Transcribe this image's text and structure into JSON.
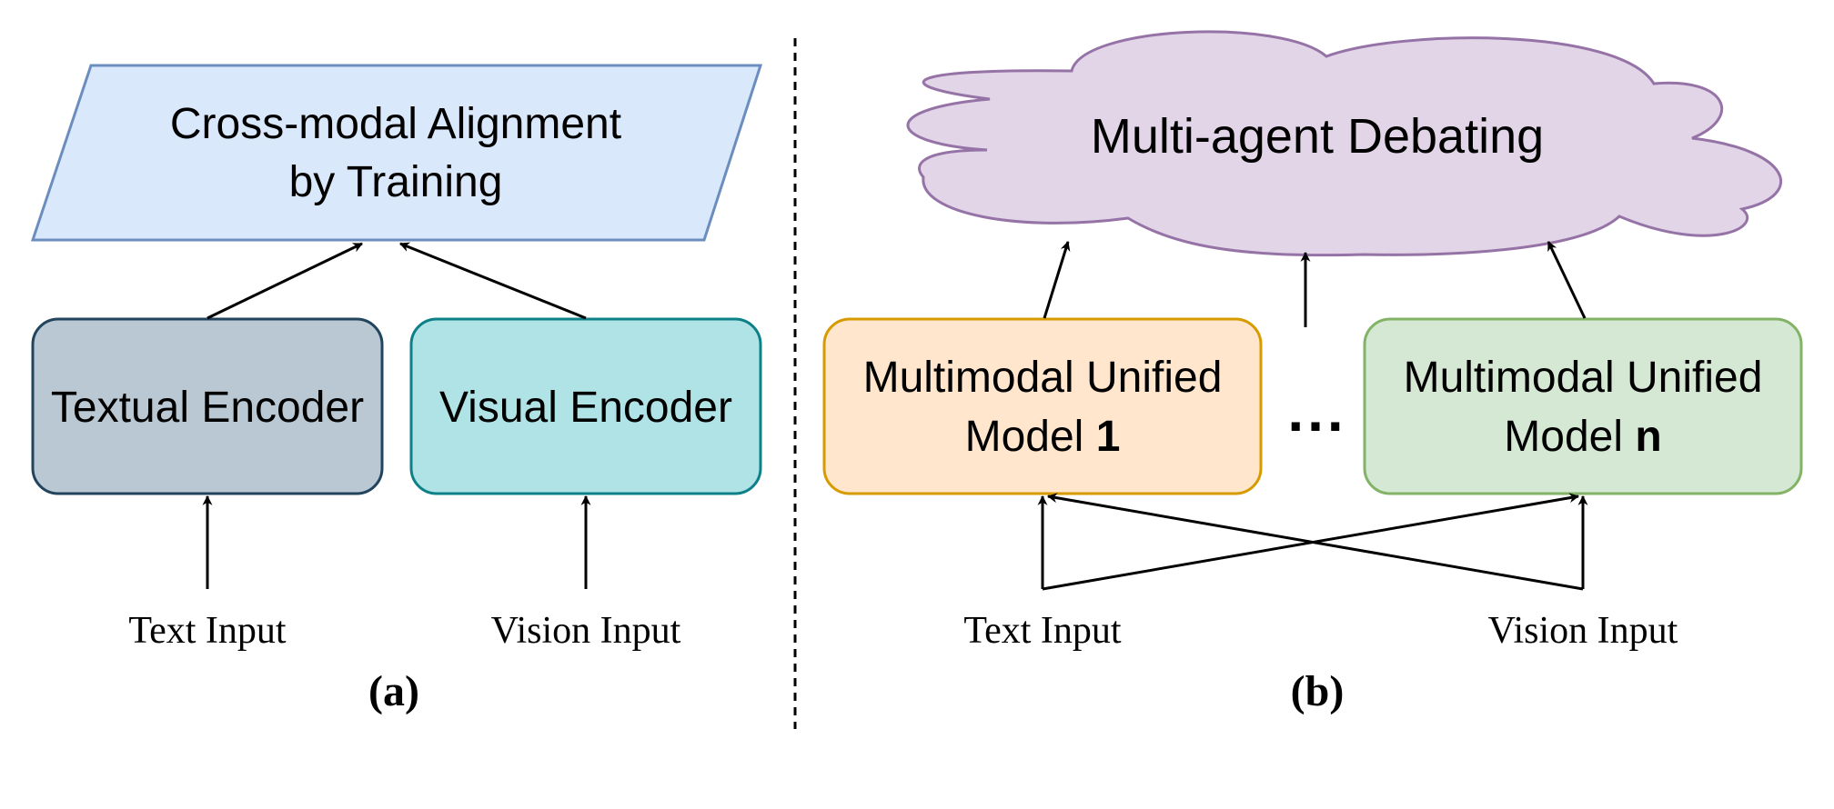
{
  "panel_a": {
    "alignment_box": {
      "line1": "Cross-modal Alignment",
      "line2": "by Training"
    },
    "textual_encoder": "Textual Encoder",
    "visual_encoder": "Visual Encoder",
    "text_input": "Text Input",
    "vision_input": "Vision Input",
    "caption": "(a)"
  },
  "panel_b": {
    "debate_cloud": "Multi-agent Debating",
    "model_1": {
      "line1": "Multimodal Unified",
      "line2_prefix": "Model ",
      "line2_index": "1"
    },
    "ellipsis": "...",
    "model_n": {
      "line1": "Multimodal Unified",
      "line2_prefix": "Model ",
      "line2_index": "n"
    },
    "text_input": "Text Input",
    "vision_input": "Vision Input",
    "caption": "(b)"
  },
  "colors": {
    "alignment_fill": "#dae8fc",
    "alignment_stroke": "#6c8ebf",
    "textual_fill": "#bac8d3",
    "textual_stroke": "#23445d",
    "visual_fill": "#b0e3e6",
    "visual_stroke": "#0e8088",
    "cloud_fill": "#e1d5e7",
    "cloud_stroke": "#9673a6",
    "model1_fill": "#ffe6cc",
    "model1_stroke": "#d79b00",
    "modeln_fill": "#d5e8d4",
    "modeln_stroke": "#82b366"
  }
}
